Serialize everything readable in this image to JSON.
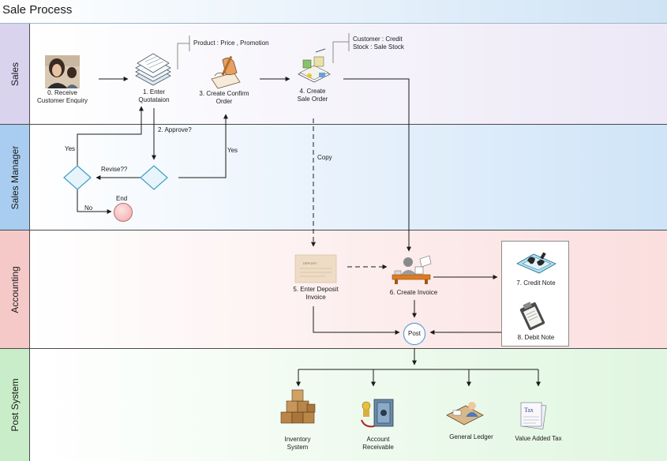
{
  "title": "Sale Process",
  "lanes": {
    "sales": "Sales",
    "manager": "Sales Manager",
    "accounting": "Accounting",
    "post": "Post  System"
  },
  "nodes": {
    "receive_enquiry": [
      "0. Receive",
      "Customer Enquiry"
    ],
    "enter_quotation": [
      "1. Enter",
      "Quotataion"
    ],
    "create_confirm_order": [
      "3. Create Confirm",
      "Order"
    ],
    "create_sale_order": [
      "4. Create",
      "Sale Order"
    ],
    "approve": "2. Approve?",
    "revise": "Revise??",
    "end": "End",
    "enter_deposit_invoice": [
      "5. Enter Deposit",
      "Invoice"
    ],
    "create_invoice": "6. Create Invoice",
    "credit_note": "7. Credit Note",
    "debit_note": "8. Debit Note",
    "post": "Post",
    "inventory_system": [
      "Inventory",
      "System"
    ],
    "account_receivable": [
      "Account",
      "Receivable"
    ],
    "general_ledger": "General Ledger",
    "value_added_tax": "Value Added Tax"
  },
  "edges": {
    "yes_left": "Yes",
    "yes_right": "Yes",
    "no": "No",
    "copy": "Copy"
  },
  "annotations": {
    "quotation_note": "Product : Price , Promotion",
    "sale_order_note": [
      "Customer : Credit",
      "Stock : Sale Stock"
    ]
  },
  "colors": {
    "arrow": "#1a1a1a",
    "diamond_fill": "#e8f4fb",
    "diamond_stroke": "#3d9ec4"
  },
  "icons": {
    "receive_enquiry": "customer-photo-icon",
    "enter_quotation": "document-stack-icon",
    "create_confirm_order": "writing-hand-icon",
    "create_sale_order": "office-desk-icon",
    "enter_deposit_invoice": "deposit-slip-icon",
    "create_invoice": "clerk-desk-icon",
    "credit_note": "credit-card-icon",
    "debit_note": "clipboard-icon",
    "inventory_system": "boxes-icon",
    "account_receivable": "safe-icon",
    "general_ledger": "ledger-desk-icon",
    "value_added_tax": "tax-form-icon"
  }
}
